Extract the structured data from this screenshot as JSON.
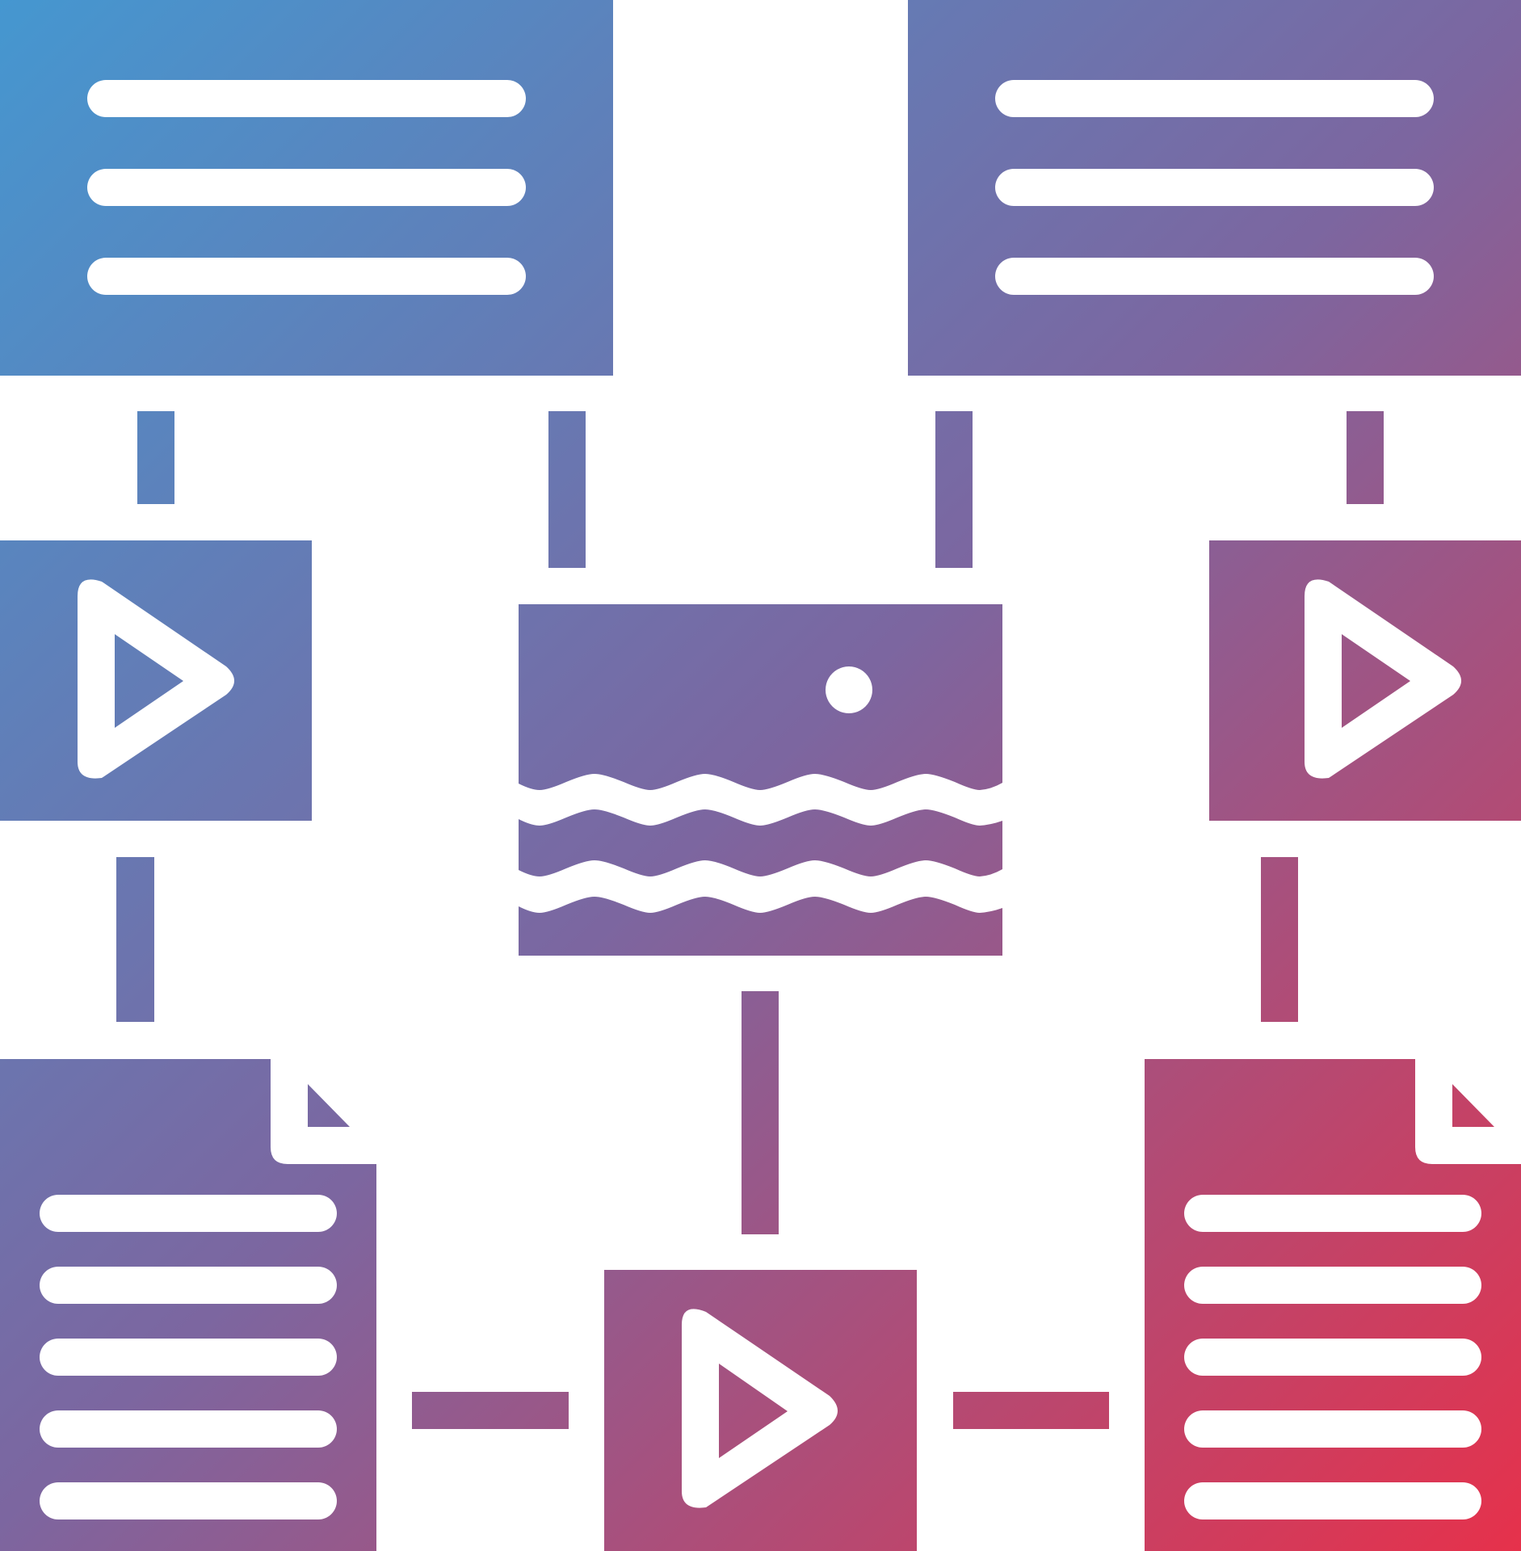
{
  "colors": {
    "gradient_start": "#4597d0",
    "gradient_mid": "#7c66a0",
    "gradient_end": "#e6314b",
    "background": "#ffffff",
    "glyph": "#ffffff"
  },
  "nodes": [
    {
      "id": "text-block-top-left",
      "icon": "text-lines-icon"
    },
    {
      "id": "text-block-top-right",
      "icon": "text-lines-icon"
    },
    {
      "id": "video-left",
      "icon": "play-icon"
    },
    {
      "id": "image-center",
      "icon": "landscape-image-icon"
    },
    {
      "id": "video-right",
      "icon": "play-icon"
    },
    {
      "id": "document-bottom-left",
      "icon": "document-icon"
    },
    {
      "id": "video-bottom-center",
      "icon": "play-icon"
    },
    {
      "id": "document-bottom-right",
      "icon": "document-icon"
    }
  ],
  "connections": [
    {
      "from": "text-block-top-left",
      "to": "video-left"
    },
    {
      "from": "text-block-top-left",
      "to": "image-center"
    },
    {
      "from": "text-block-top-right",
      "to": "image-center"
    },
    {
      "from": "text-block-top-right",
      "to": "video-right"
    },
    {
      "from": "video-left",
      "to": "document-bottom-left"
    },
    {
      "from": "image-center",
      "to": "video-bottom-center"
    },
    {
      "from": "video-right",
      "to": "document-bottom-right"
    },
    {
      "from": "document-bottom-left",
      "to": "video-bottom-center"
    },
    {
      "from": "video-bottom-center",
      "to": "document-bottom-right"
    }
  ]
}
